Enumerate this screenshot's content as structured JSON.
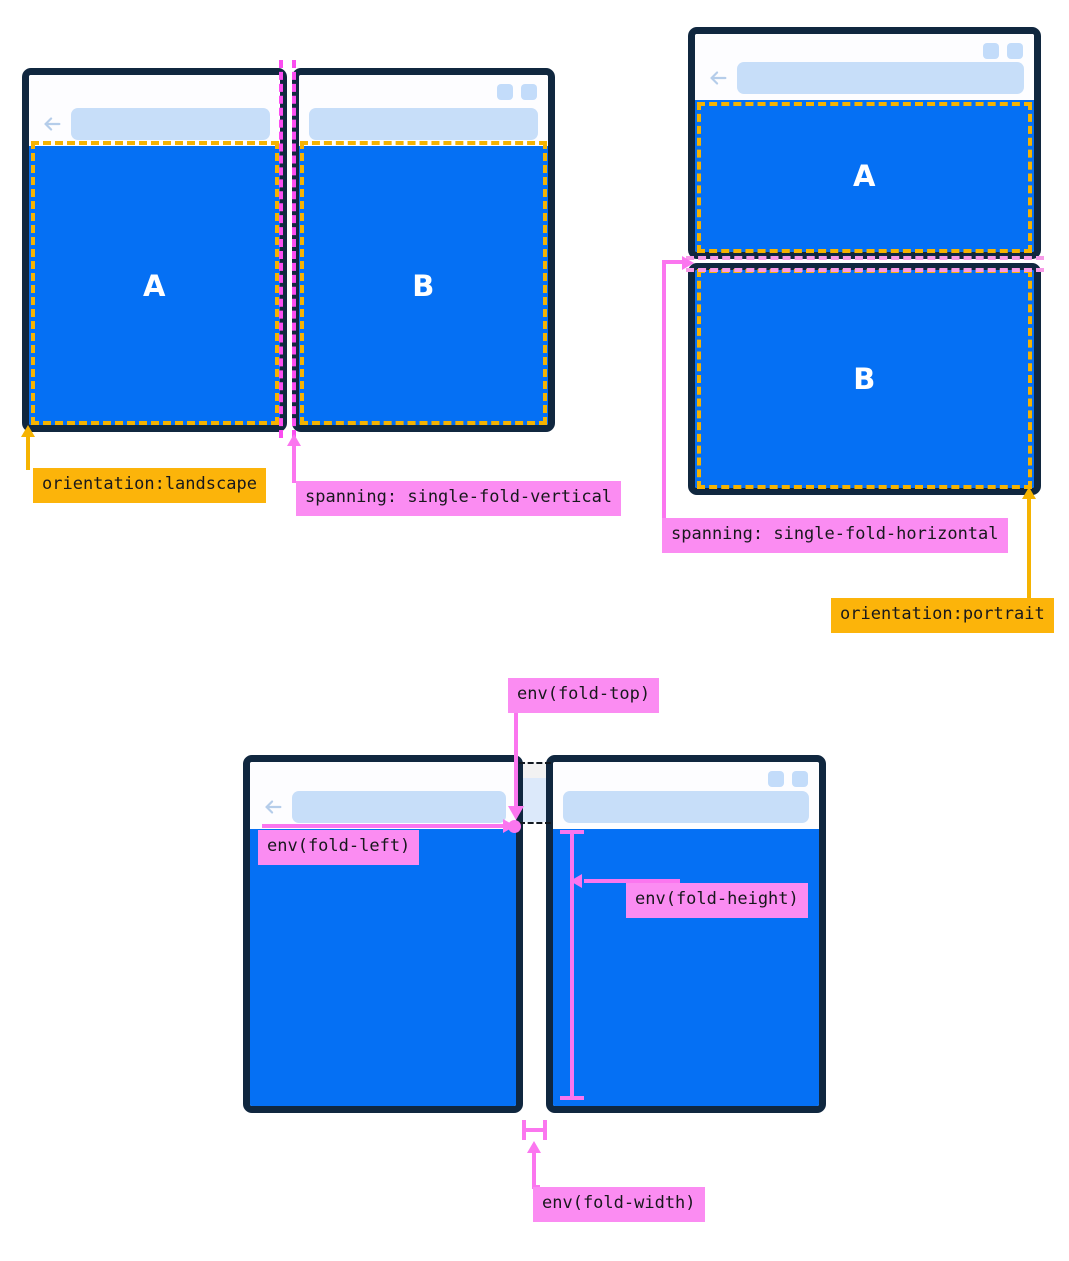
{
  "page": {
    "title": "CSS viewport-segments / fold environment variables diagram",
    "colors": {
      "frame": "#10273f",
      "viewport": "#0570f4",
      "urlbar": "#c7def9",
      "window_button": "#c3dcfa",
      "orange": "#fcb40a",
      "orange_dash": "#f5b301",
      "pink": "#fb8cf2",
      "pink_dash": "#fb4df0",
      "pink_line": "#fb76ef",
      "text": "#17181c"
    }
  },
  "figures": [
    {
      "id": "landscape-vertical-fold",
      "segments": [
        {
          "label": "A",
          "icon": "back-arrow-icon"
        },
        {
          "label": "B",
          "icon": "window-controls-icon"
        }
      ],
      "annotations": [
        {
          "id": "orientation-landscape",
          "text": "orientation:landscape",
          "style": "orange"
        },
        {
          "id": "spanning-single-fold-vertical",
          "text": "spanning: single-fold-vertical",
          "style": "pink"
        }
      ]
    },
    {
      "id": "portrait-horizontal-fold",
      "segments": [
        {
          "label": "A",
          "icon": "back-arrow-icon"
        },
        {
          "label": "B",
          "icon": "none"
        }
      ],
      "annotations": [
        {
          "id": "spanning-single-fold-horizontal",
          "text": "spanning: single-fold-horizontal",
          "style": "pink"
        },
        {
          "id": "orientation-portrait",
          "text": "orientation:portrait",
          "style": "orange"
        }
      ]
    },
    {
      "id": "fold-env-variables",
      "segments": [
        {
          "label": "",
          "icon": "back-arrow-icon"
        },
        {
          "label": "",
          "icon": "window-controls-icon"
        }
      ],
      "annotations": [
        {
          "id": "env-fold-top",
          "text": "env(fold-top)",
          "style": "pink"
        },
        {
          "id": "env-fold-left",
          "text": "env(fold-left)",
          "style": "pink"
        },
        {
          "id": "env-fold-height",
          "text": "env(fold-height)",
          "style": "pink"
        },
        {
          "id": "env-fold-width",
          "text": "env(fold-width)",
          "style": "pink"
        }
      ]
    }
  ]
}
